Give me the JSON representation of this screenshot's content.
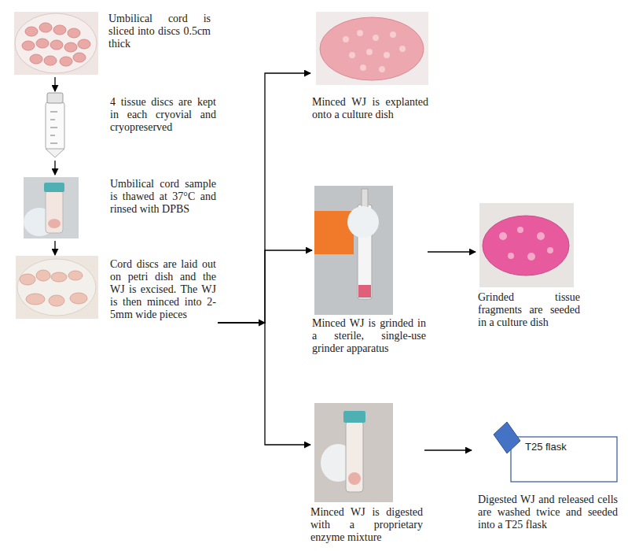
{
  "diagram": {
    "nodes": [
      {
        "text": [
          "Umbilical cord is sliced into discs 0.5cm thick"
        ]
      },
      {
        "text": [
          "4 tissue discs are kept in each cryovial and cryopreserved"
        ]
      },
      {
        "text": [
          "Umbilical cord sample is thawed at 37°C and rinsed with DPBS"
        ]
      },
      {
        "text": [
          "Cord discs are laid out on petri dish and the WJ is excised. The WJ is then minced into 2-5mm wide pieces"
        ]
      },
      {
        "text": [
          "Minced WJ is explanted onto a culture dish"
        ]
      },
      {
        "text": [
          "Minced WJ is grinded in a sterile, single-use grinder apparatus"
        ]
      },
      {
        "text": [
          "Grinded tissue fragments are seeded in a culture dish"
        ]
      },
      {
        "text": [
          "Minced WJ is digested with a proprietary enzyme mixture"
        ]
      },
      {
        "text": [
          "T25 flask",
          "Digested WJ and released cells are washed twice and seeded into a T25 flask"
        ]
      }
    ],
    "edges": [
      {
        "from": 0,
        "to": 1,
        "arrow": "to"
      },
      {
        "from": 1,
        "to": 2,
        "arrow": "to"
      },
      {
        "from": 2,
        "to": 3,
        "arrow": "to"
      },
      {
        "from": 3,
        "to": 4,
        "arrow": "to"
      },
      {
        "from": 3,
        "to": 5,
        "arrow": "to"
      },
      {
        "from": 3,
        "to": 7,
        "arrow": "to"
      },
      {
        "from": 5,
        "to": 6,
        "arrow": "to"
      },
      {
        "from": 7,
        "to": 8,
        "arrow": "to"
      }
    ]
  }
}
